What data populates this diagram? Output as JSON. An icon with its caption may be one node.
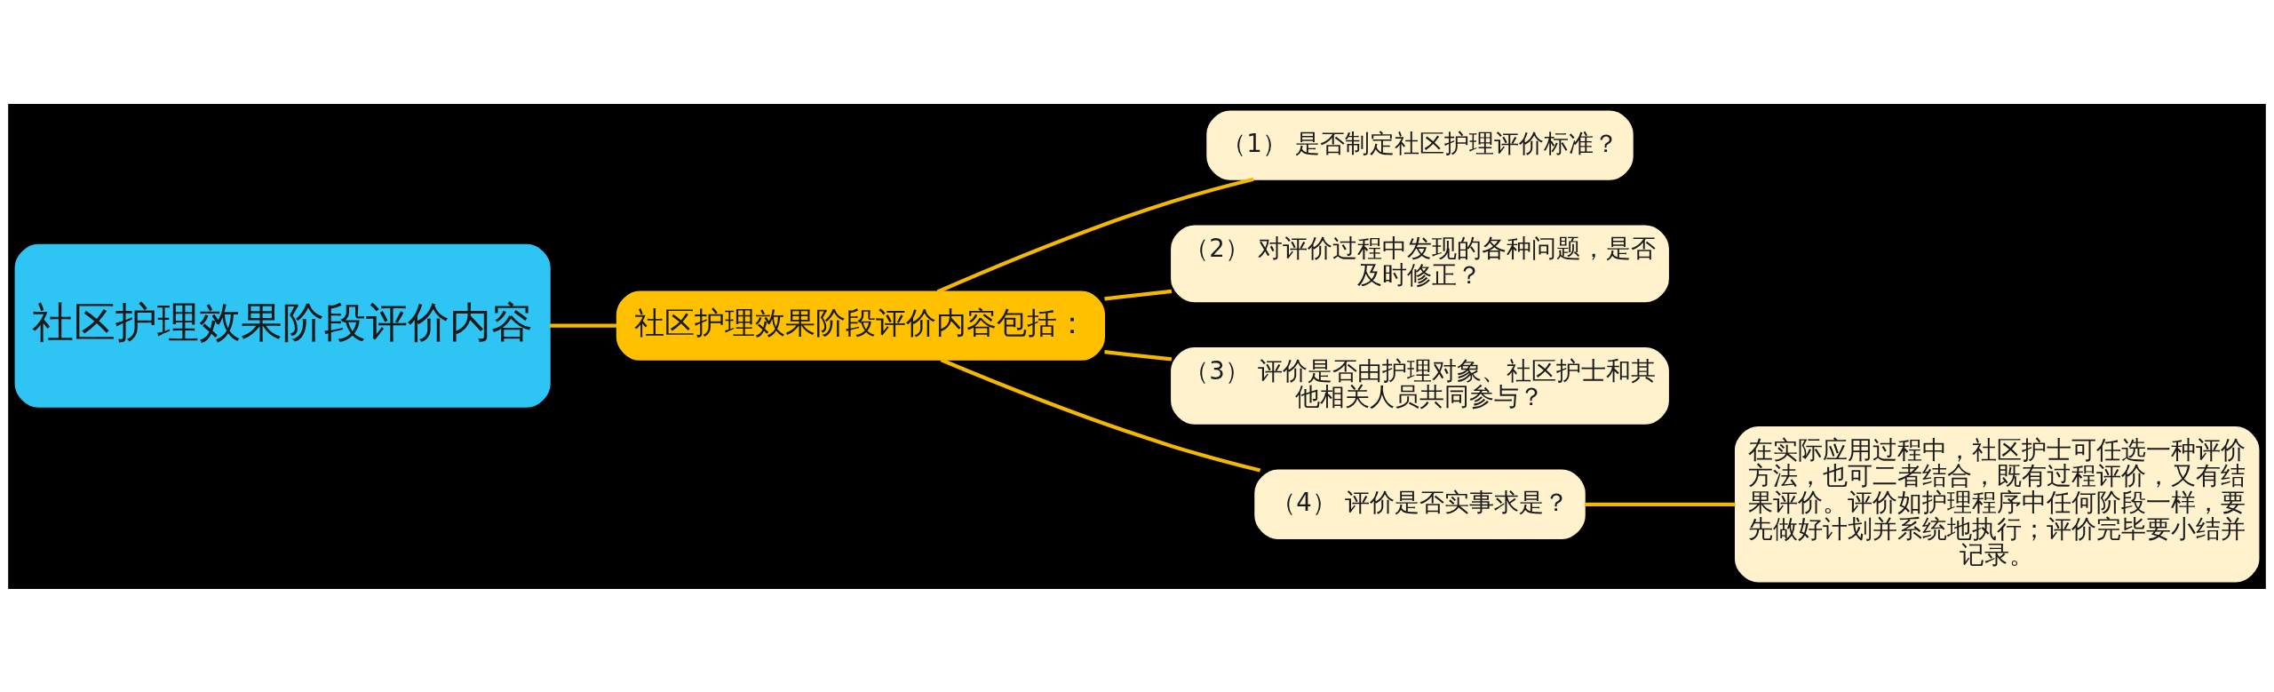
{
  "diagram": {
    "nodes": [
      {
        "text": [
          "社区护理效果阶段评价内容"
        ]
      },
      {
        "text": [
          "社区护理效果阶段评价内容包括："
        ]
      },
      {
        "text": [
          "（1） 是否制定社区护理评价标准？"
        ]
      },
      {
        "text": [
          "（2） 对评价过程中发现的各种问题，是否及时修正？"
        ]
      },
      {
        "text": [
          "（3） 评价是否由护理对象、社区护士和其他相关人员共同参与？"
        ]
      },
      {
        "text": [
          "（4） 评价是否实事求是？"
        ]
      },
      {
        "text": [
          "在实际应用过程中，社区护士可任选一种评价方法，也可二者结合，既有过程评价，又有结果评价。评价如护理程序中任何阶段一样，要先做好计划并系统地执行；评价完毕要小结并记录。"
        ]
      }
    ],
    "edges": [
      {
        "from": 0,
        "to": 1,
        "arrow": "none"
      },
      {
        "from": 1,
        "to": 2,
        "arrow": "none"
      },
      {
        "from": 1,
        "to": 3,
        "arrow": "none"
      },
      {
        "from": 1,
        "to": 4,
        "arrow": "none"
      },
      {
        "from": 1,
        "to": 5,
        "arrow": "none"
      },
      {
        "from": 5,
        "to": 6,
        "arrow": "none"
      }
    ]
  }
}
